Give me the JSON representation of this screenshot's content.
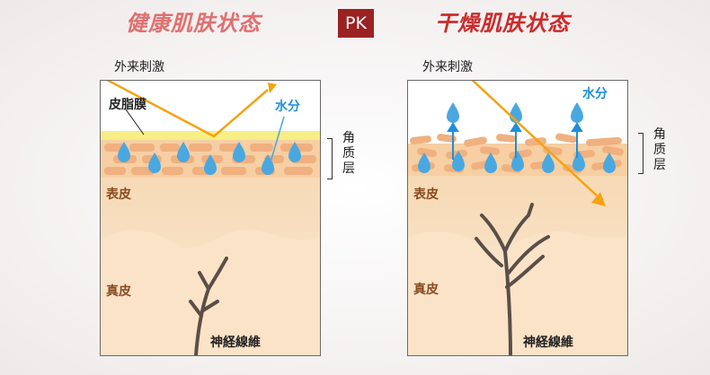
{
  "titles": {
    "healthy": "健康肌肤状态",
    "dry": "干燥肌肤状态",
    "vs": "PK"
  },
  "labels": {
    "external_stimulus": "外来刺激",
    "sebum_film": "皮脂膜",
    "water": "水分",
    "stratum_corneum": [
      "角",
      "质",
      "层"
    ],
    "epidermis": "表皮",
    "dermis": "真皮",
    "nerve_fibers": "神経線維"
  },
  "colors": {
    "title_healthy": "#e07070",
    "title_dry": "#cc2b2b",
    "pk_bg": "#9b2222",
    "arrow": "#f5a20f",
    "water": "#4aa8e0",
    "cell": "#f0b07f"
  }
}
